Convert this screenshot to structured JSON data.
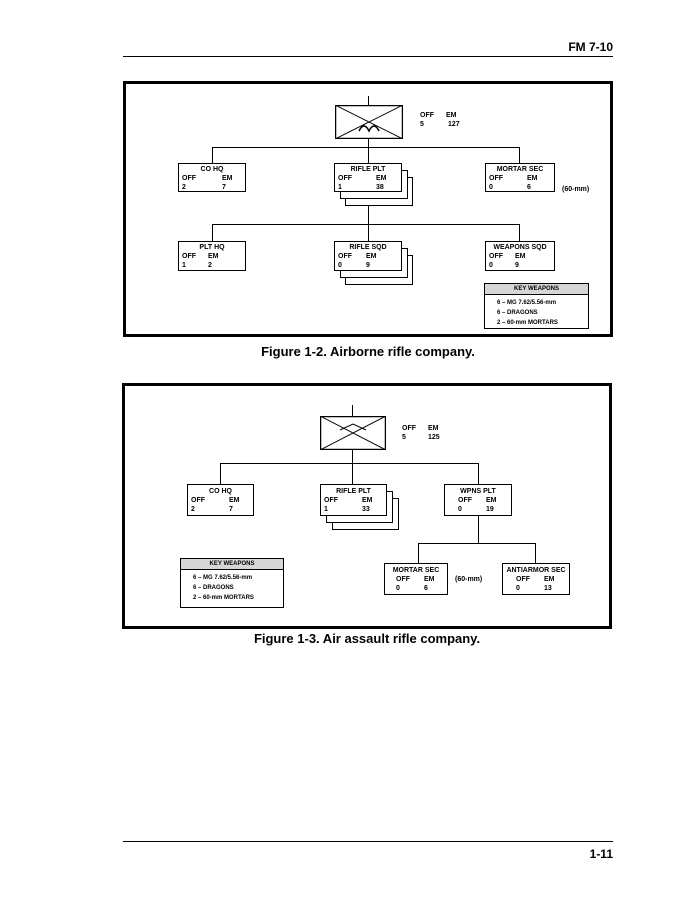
{
  "header": {
    "manual": "FM 7-10"
  },
  "footer": {
    "page": "1-11"
  },
  "figure2": {
    "caption": "Figure 1-2.  Airborne rifle company.",
    "company": {
      "off_label": "OFF",
      "em_label": "EM",
      "off": "5",
      "em": "127"
    },
    "co_hq": {
      "title": "CO HQ",
      "off_label": "OFF",
      "em_label": "EM",
      "off": "2",
      "em": "7"
    },
    "rifle_plt": {
      "title": "RIFLE PLT",
      "off_label": "OFF",
      "em_label": "EM",
      "off": "1",
      "em": "38"
    },
    "mortar_sec": {
      "title": "MORTAR SEC",
      "off_label": "OFF",
      "em_label": "EM",
      "off": "0",
      "em": "6"
    },
    "mortar_note": "(60-mm)",
    "plt_hq": {
      "title": "PLT HQ",
      "off_label": "OFF",
      "em_label": "EM",
      "off": "1",
      "em": "2"
    },
    "rifle_sqd": {
      "title": "RIFLE SQD",
      "off_label": "OFF",
      "em_label": "EM",
      "off": "0",
      "em": "9"
    },
    "weapons_sqd": {
      "title": "WEAPONS SQD",
      "off_label": "OFF",
      "em_label": "EM",
      "off": "0",
      "em": "9"
    },
    "key_weapons": {
      "title": "KEY WEAPONS",
      "items": [
        "6  –  MG 7.62/5.56-mm",
        "6  –  DRAGONS",
        "2  –  60-mm MORTARS"
      ]
    }
  },
  "figure3": {
    "caption": "Figure 1-3.  Air assault rifle company.",
    "company": {
      "off_label": "OFF",
      "em_label": "EM",
      "off": "5",
      "em": "125"
    },
    "co_hq": {
      "title": "CO HQ",
      "off_label": "OFF",
      "em_label": "EM",
      "off": "2",
      "em": "7"
    },
    "rifle_plt": {
      "title": "RIFLE PLT",
      "off_label": "OFF",
      "em_label": "EM",
      "off": "1",
      "em": "33"
    },
    "wpns_plt": {
      "title": "WPNS PLT",
      "off_label": "OFF",
      "em_label": "EM",
      "off": "0",
      "em": "19"
    },
    "mortar_sec": {
      "title": "MORTAR SEC",
      "off_label": "OFF",
      "em_label": "EM",
      "off": "0",
      "em": "6"
    },
    "mortar_note": "(60-mm)",
    "antiarmor_sec": {
      "title": "ANTIARMOR SEC",
      "off_label": "OFF",
      "em_label": "EM",
      "off": "0",
      "em": "13"
    },
    "key_weapons": {
      "title": "KEY WEAPONS",
      "items": [
        "6  –  MG 7.62/5.56-mm",
        "6  –  DRAGONS",
        "2  –  60-mm MORTARS"
      ]
    }
  }
}
